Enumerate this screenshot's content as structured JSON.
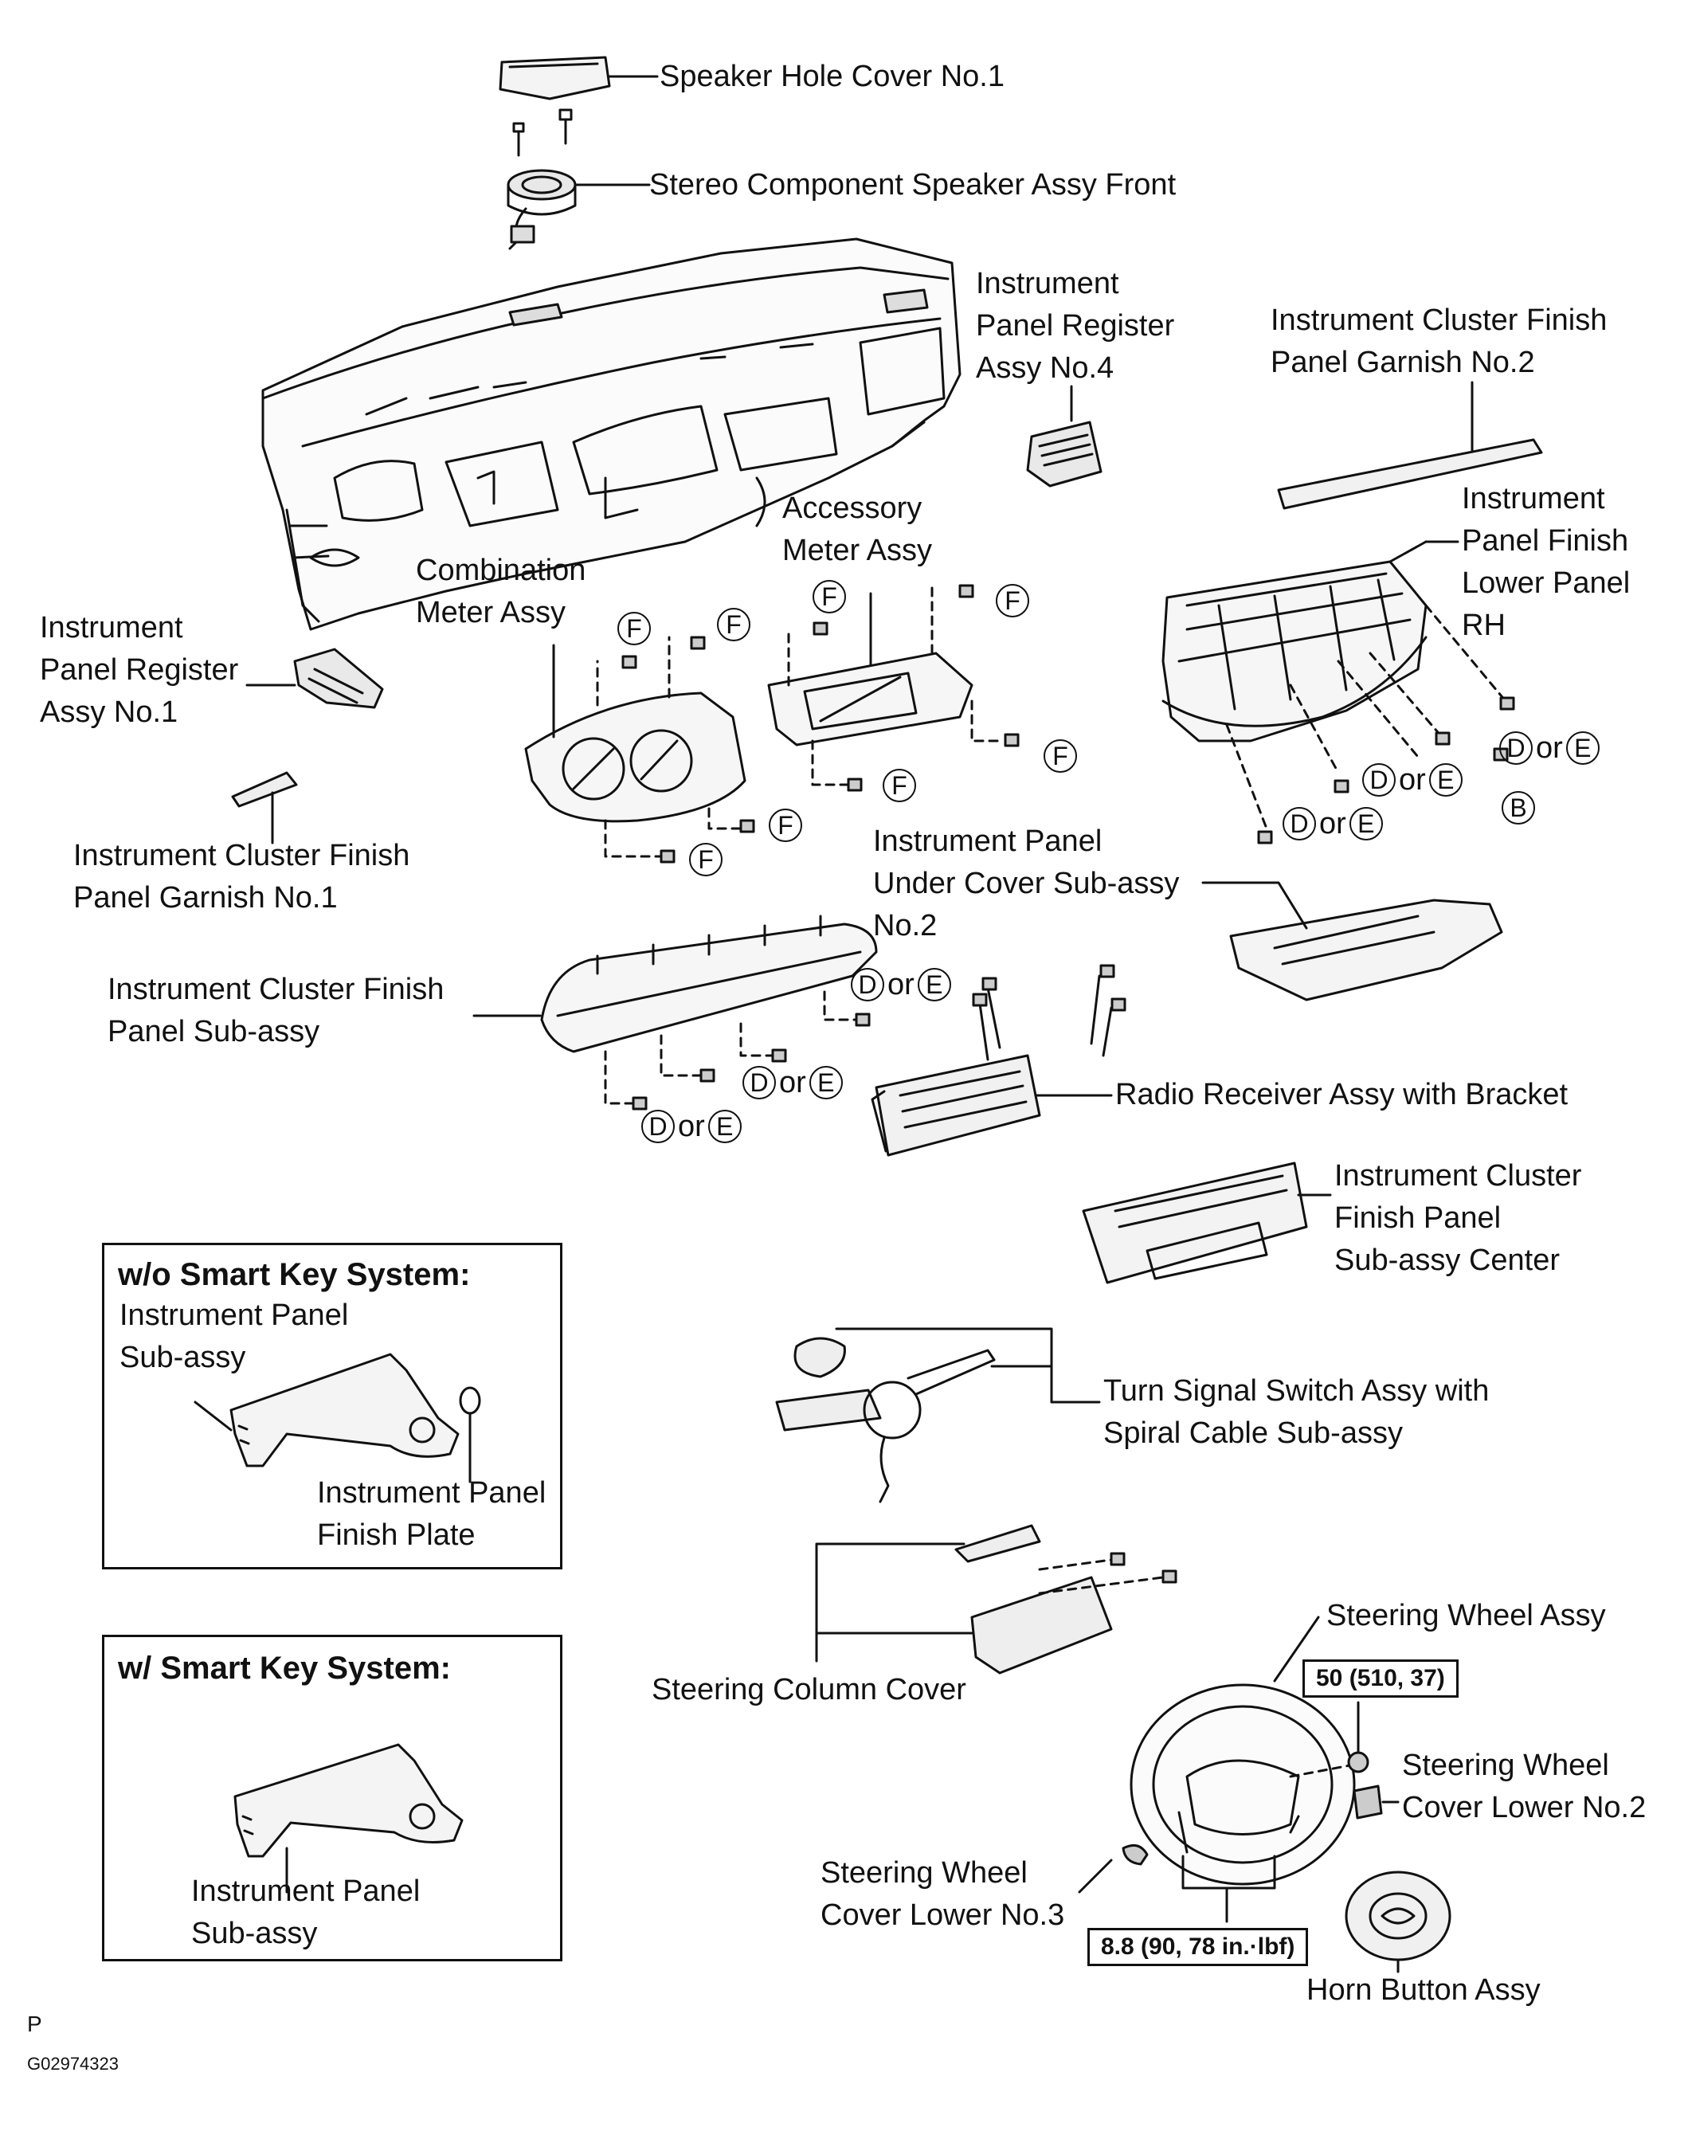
{
  "parts": {
    "speaker_cover": "Speaker Hole Cover No.1",
    "speaker_assy": "Stereo Component Speaker Assy Front",
    "register_no4": [
      "Instrument",
      "Panel Register",
      "Assy No.4"
    ],
    "garnish_no2": [
      "Instrument Cluster Finish",
      "Panel Garnish No.2"
    ],
    "lower_panel_rh": [
      "Instrument",
      "Panel Finish",
      "Lower Panel",
      "RH"
    ],
    "combination_meter": [
      "Combination",
      "Meter Assy"
    ],
    "accessory_meter": [
      "Accessory",
      "Meter Assy"
    ],
    "register_no1": [
      "Instrument",
      "Panel Register",
      "Assy No.1"
    ],
    "garnish_no1": [
      "Instrument Cluster Finish",
      "Panel Garnish No.1"
    ],
    "under_cover": [
      "Instrument Panel",
      "Under Cover Sub-assy",
      "No.2"
    ],
    "cluster_finish_panel": [
      "Instrument Cluster Finish",
      "Panel  Sub-assy"
    ],
    "radio": "Radio Receiver Assy with Bracket",
    "cluster_center": [
      "Instrument Cluster",
      "Finish Panel",
      "Sub-assy  Center"
    ],
    "turn_signal": [
      "Turn Signal Switch Assy with",
      "Spiral Cable Sub-assy"
    ],
    "column_cover": "Steering Column Cover",
    "steering_wheel": "Steering Wheel Assy",
    "cover_no2": [
      "Steering Wheel",
      "Cover Lower No.2"
    ],
    "cover_no3": [
      "Steering Wheel",
      "Cover Lower No.3"
    ],
    "horn": "Horn Button Assy"
  },
  "panel_wo": {
    "title": "w/o Smart Key System:",
    "sub_assy": [
      "Instrument Panel",
      "Sub-assy"
    ],
    "finish_plate": [
      "Instrument Panel",
      "Finish Plate"
    ]
  },
  "panel_w": {
    "title": "w/ Smart Key System:",
    "sub_assy": [
      "Instrument Panel",
      "Sub-assy"
    ]
  },
  "torque": {
    "nut": "50 (510, 37)",
    "screws": "8.8 (90, 78 in.·lbf)"
  },
  "codes": {
    "B": "B",
    "D": "D",
    "E": "E",
    "F": "F",
    "or": "or"
  },
  "footer": {
    "view": "P",
    "figure_id": "G02974323"
  }
}
